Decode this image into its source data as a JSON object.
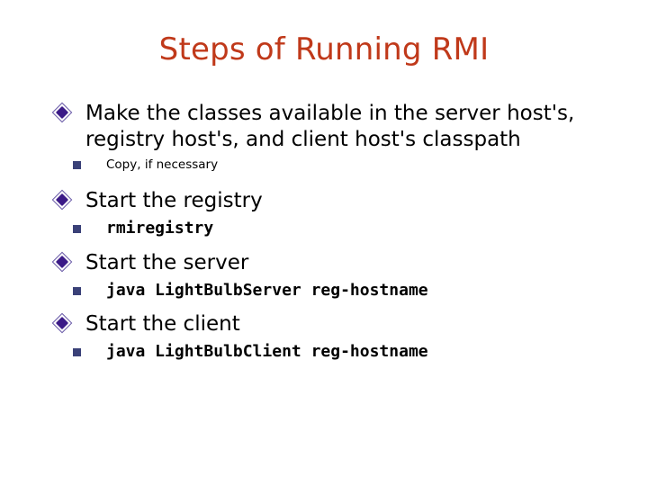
{
  "slide": {
    "title": "Steps of Running RMI",
    "title_color": "#c0391a",
    "background_color": "#ffffff",
    "bullet_color": "#3b1a87",
    "sub_bullet_color": "#3a4178",
    "text_color": "#000000",
    "bullet_icon": "diamond-bullet-icon",
    "sub_bullet_icon": "square-bullet-icon"
  },
  "content": {
    "items": [
      {
        "level1": "Make the classes available in the server host's, registry host's, and client host's classpath",
        "level2": "Copy, if necessary",
        "level2_style": "sans"
      },
      {
        "level1": "Start the registry",
        "level2": "rmiregistry",
        "level2_style": "mono"
      },
      {
        "level1": "Start the server",
        "level2": "java LightBulbServer reg-hostname",
        "level2_style": "mono"
      },
      {
        "level1": "Start the client",
        "level2": "java LightBulbClient reg-hostname",
        "level2_style": "mono"
      }
    ]
  }
}
